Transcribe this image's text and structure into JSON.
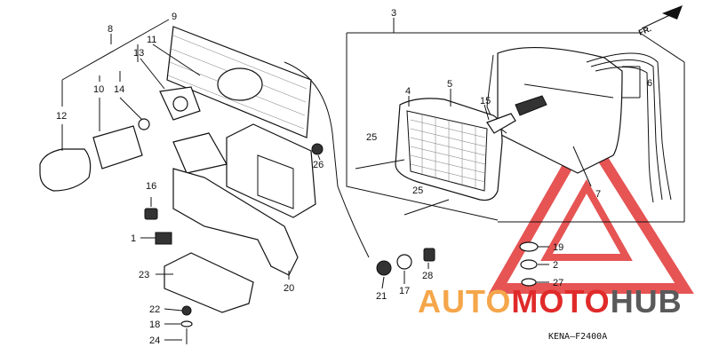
{
  "callouts": {
    "c1": "1",
    "c2": "2",
    "c3": "3",
    "c4": "4",
    "c5": "5",
    "c6": "6",
    "c7": "7",
    "c8": "8",
    "c9": "9",
    "c10": "10",
    "c11": "11",
    "c12": "12",
    "c13": "13",
    "c14": "14",
    "c15": "15",
    "c16": "16",
    "c17": "17",
    "c18": "18",
    "c19": "19",
    "c20": "20",
    "c21": "21",
    "c22": "22",
    "c23": "23",
    "c24": "24",
    "c25a": "25",
    "c25b": "25",
    "c26": "26",
    "c27": "27",
    "c28": "28"
  },
  "diagram_code": "KENA–F2400A",
  "direction_label": "FR.",
  "watermark": {
    "part1": "AUTO",
    "part2": "MOTO",
    "part3": "HUB"
  },
  "colors": {
    "watermark_orange": "#f5a64a",
    "watermark_red": "#e02a2a",
    "watermark_gray": "#5a5a5a"
  }
}
